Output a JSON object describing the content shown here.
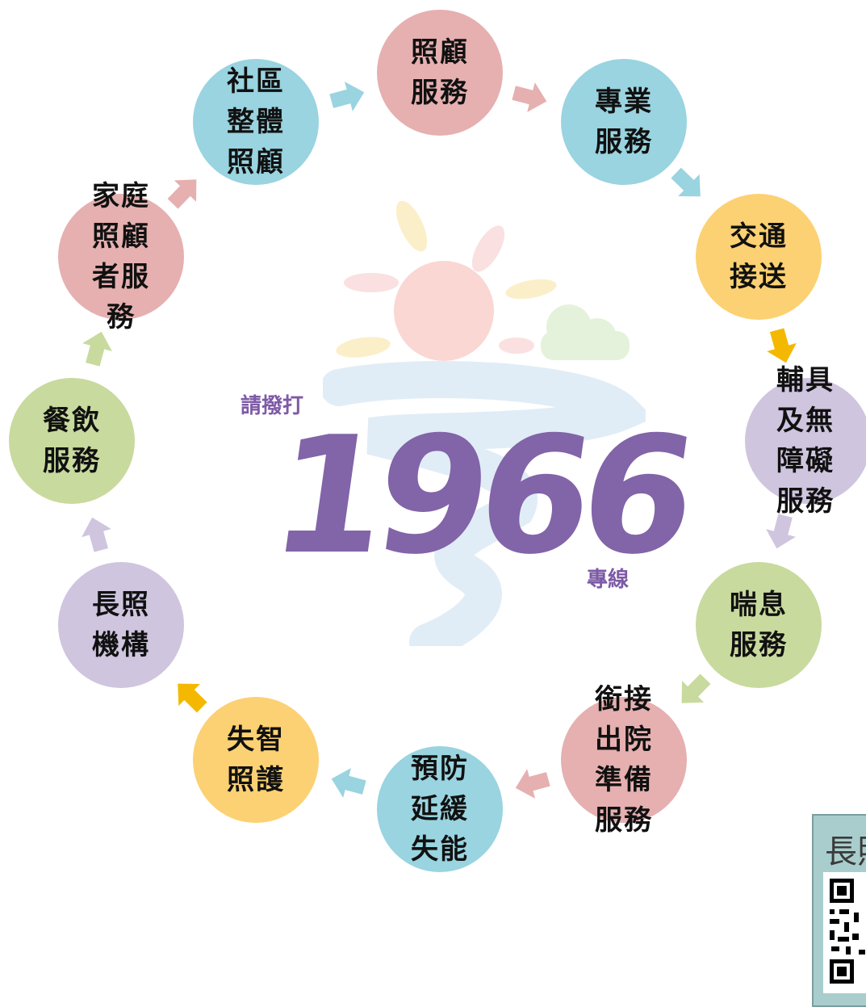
{
  "hotline": {
    "prefix": "請撥打",
    "number": "1966",
    "suffix": "專線"
  },
  "nodes": [
    {
      "label": "照顧\n服務",
      "color": "#e6b0b0"
    },
    {
      "label": "專業\n服務",
      "color": "#99d4e0"
    },
    {
      "label": "交通\n接送",
      "color": "#fcd173"
    },
    {
      "label": "輔具\n及無\n障礙\n服務",
      "color": "#cfc5df"
    },
    {
      "label": "喘息\n服務",
      "color": "#c8da9d"
    },
    {
      "label": "銜接\n出院\n準備\n服務",
      "color": "#e6b0b0"
    },
    {
      "label": "預防\n延緩\n失能",
      "color": "#99d4e0"
    },
    {
      "label": "失智\n照護",
      "color": "#fcd173"
    },
    {
      "label": "長照\n機構",
      "color": "#cfc5df"
    },
    {
      "label": "餐飲\n服務",
      "color": "#c8da9d"
    },
    {
      "label": "家庭\n照顧\n者服\n務",
      "color": "#e6b0b0"
    },
    {
      "label": "社區\n整體\n照顧",
      "color": "#99d4e0"
    }
  ],
  "arrows": [
    {
      "color": "#e6b0b0"
    },
    {
      "color": "#99d4e0"
    },
    {
      "color": "#f5b800"
    },
    {
      "color": "#cfc5df"
    },
    {
      "color": "#c8da9d"
    },
    {
      "color": "#e6b0b0"
    },
    {
      "color": "#99d4e0"
    },
    {
      "color": "#f5b800"
    },
    {
      "color": "#cfc5df"
    },
    {
      "color": "#c8da9d"
    },
    {
      "color": "#e6b0b0"
    },
    {
      "color": "#99d4e0"
    }
  ],
  "qr_panel": {
    "title": "長照"
  },
  "colors": {
    "hotline_purple": "#7d5aa6",
    "hotline_number": "#8264a8"
  }
}
